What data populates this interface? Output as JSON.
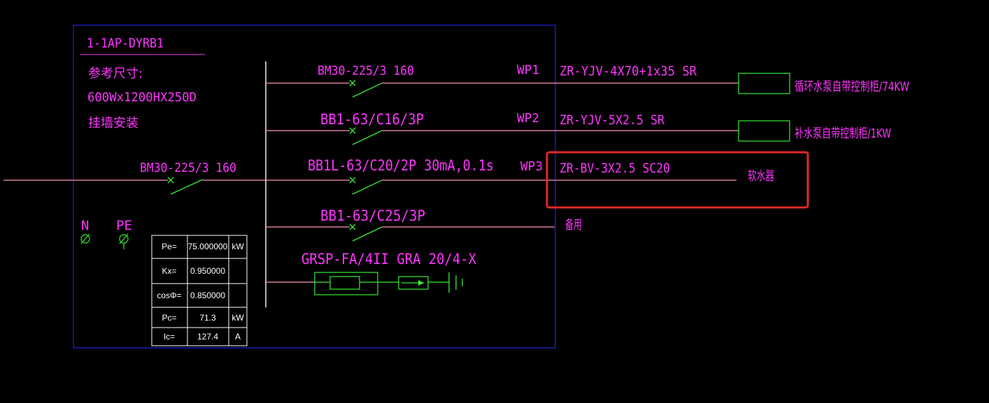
{
  "panel": {
    "name": "1-1AP-DYRB1",
    "ref_title": "参考尺寸:",
    "ref_size": "600Wx1200HX250D",
    "mount": "挂墙安装",
    "incoming_breaker": "BM30-225/3 160",
    "n_label": "N",
    "pe_label": "PE"
  },
  "load_table": [
    {
      "label": "Pe=",
      "value": "75.000000",
      "unit": "kW"
    },
    {
      "label": "Kx=",
      "value": "0.950000",
      "unit": ""
    },
    {
      "label": "cosΦ=",
      "value": "0.850000",
      "unit": ""
    },
    {
      "label": "Pc=",
      "value": "71.3",
      "unit": "kW"
    },
    {
      "label": "Ic=",
      "value": "127.4",
      "unit": "A"
    }
  ],
  "circuits": [
    {
      "breaker": "BM30-225/3 160",
      "id": "WP1",
      "cable": "ZR-YJV-4X70+1x35 SR",
      "load": "循环水泵自带控制柜/74KW"
    },
    {
      "breaker": "BB1-63/C16/3P",
      "id": "WP2",
      "cable": "ZR-YJV-5X2.5 SR",
      "load": "补水泵自带控制柜/1KW"
    },
    {
      "breaker": "BB1L-63/C20/2P 30mA,0.1s",
      "id": "WP3",
      "cable": "ZR-BV-3X2.5 SC20",
      "load": "软水器"
    },
    {
      "breaker": "BB1-63/C25/3P",
      "id": "",
      "cable": "",
      "load": "备用"
    }
  ],
  "spd_label": "GRSP-FA/4II GRA 20/4-X",
  "colors": {
    "background": "#000000",
    "text": "#ff35ff",
    "wire": "#ff8fc0",
    "frame": "#2222dd",
    "device": "#33ee33",
    "highlight": "#e02828"
  }
}
